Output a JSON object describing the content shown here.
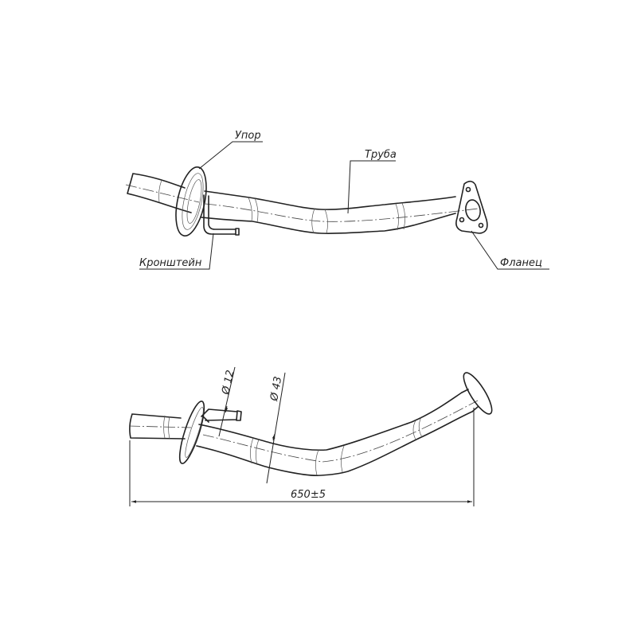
{
  "top_view": {
    "labels": {
      "stop": "Упор",
      "pipe": "Труба",
      "bracket": "Кронштейн",
      "flange": "Фланец"
    }
  },
  "bottom_view": {
    "dimensions": {
      "bracket_diameter": "Ø 12",
      "pipe_diameter": "Ø 43",
      "overall_length": "650±5"
    }
  }
}
